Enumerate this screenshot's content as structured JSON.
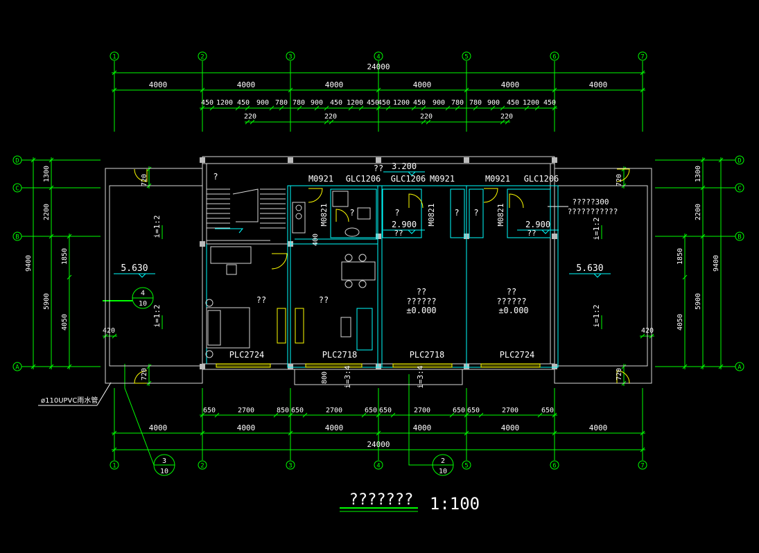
{
  "colors": {
    "background": "#000000",
    "axis_green": "#00ff00",
    "wall_white": "#d9d9d9",
    "cyan": "#00ffff",
    "yellow": "#ffff00",
    "text_white": "#ffffff"
  },
  "axes": {
    "vertical": [
      "1",
      "2",
      "3",
      "4",
      "5",
      "6",
      "7"
    ],
    "horizontal": [
      "D",
      "C",
      "B",
      "A"
    ]
  },
  "top_dimensions": {
    "total": "24000",
    "bays": [
      "4000",
      "4000",
      "4000",
      "4000",
      "4000",
      "4000"
    ],
    "detail_row": [
      "450",
      "1200",
      "450",
      "900",
      "780",
      "780",
      "900",
      "450",
      "1200",
      "450",
      "450",
      "1200",
      "450",
      "900",
      "780",
      "780",
      "900",
      "450",
      "1200",
      "450"
    ],
    "sub_row": [
      "220",
      "220",
      "220",
      "220"
    ]
  },
  "bottom_dimensions": {
    "detail_row": [
      "650",
      "2700",
      "850",
      "650",
      "2700",
      "650",
      "650",
      "2700",
      "650",
      "650",
      "2700",
      "650"
    ],
    "bays": [
      "4000",
      "4000",
      "4000",
      "4000",
      "4000",
      "4000"
    ],
    "total": "24000"
  },
  "left_dimensions": {
    "outer_total": "9400",
    "upper_segments": [
      "1300",
      "2200"
    ],
    "outer_lower": "5900",
    "inner_segments": [
      "1850",
      "4050"
    ],
    "offset": "420",
    "top_offset": "720",
    "bottom_offset": "720"
  },
  "right_dimensions": {
    "outer_total": "9400",
    "upper_segments": [
      "1300",
      "2200"
    ],
    "outer_lower": "5900",
    "inner_segments": [
      "1850",
      "4050"
    ],
    "offset": "420",
    "top_offset": "720",
    "bottom_offset": "720"
  },
  "door_labels": [
    "M0921",
    "GLC1206",
    "GLC1206",
    "M0921",
    "M0921",
    "GLC1206",
    "M0821",
    "M0821",
    "M0821"
  ],
  "window_labels": [
    "PLC2724",
    "PLC2718",
    "PLC2718",
    "PLC2724"
  ],
  "elevations": {
    "roof_left": "5.630",
    "roof_right": "5.630",
    "top_center": "3.200",
    "toilet_left": "2.900",
    "toilet_right": "2.900",
    "floor_left": "±0.000",
    "floor_right": "±0.000"
  },
  "slopes": {
    "roof": "i=1:2",
    "canopy": "i=3:4"
  },
  "room_labels": {
    "stair": "?",
    "top_center": "??",
    "toilet_1": "?",
    "toilet_2": "?",
    "toilet_3": "?",
    "small_room": "?",
    "toilet_small_1": "??",
    "toilet_small_2": "??",
    "bedroom": "??",
    "dining": "??",
    "hall_1_a": "??",
    "hall_1_b": "??????",
    "hall_2_a": "??",
    "hall_2_b": "??????"
  },
  "annotation_right": {
    "line1": "?????300",
    "line2": "???????????"
  },
  "misc": {
    "opening": "400",
    "canopy_depth": "800",
    "pipe_note": "ø110UPVC雨水管"
  },
  "section_marks": [
    {
      "num": "4",
      "sheet": "10"
    },
    {
      "num": "3",
      "sheet": "10"
    },
    {
      "num": "2",
      "sheet": "10"
    }
  ],
  "title": {
    "text": "???????",
    "scale": "1:100"
  }
}
